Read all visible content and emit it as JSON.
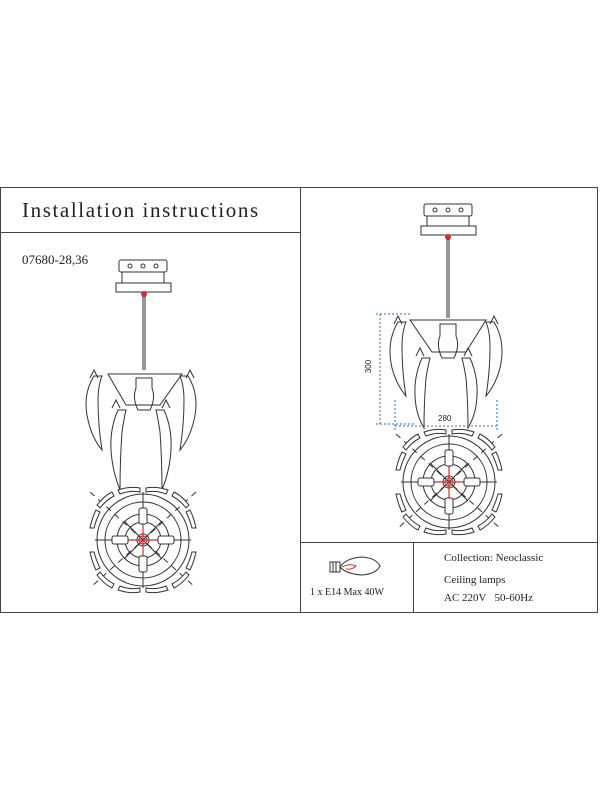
{
  "header": {
    "title": "Installation instructions"
  },
  "model": {
    "code": "07680-28,36"
  },
  "dimensions": {
    "height": "300",
    "width": "280"
  },
  "bulb": {
    "spec": "1 x E14 Max 40W"
  },
  "info": {
    "collection": "Collection: Neoclassic",
    "category": "Ceiling lamps",
    "power": "AC 220V   50-60Hz"
  },
  "colors": {
    "line": "#333333",
    "dimension": "#3a6fb0",
    "accent": "#c83232"
  }
}
